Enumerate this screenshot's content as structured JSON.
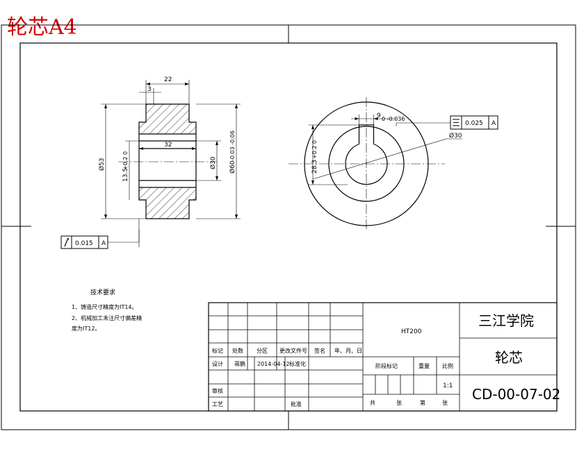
{
  "sheet_title": "轮芯A4",
  "front_view": {
    "dim_width": "22",
    "dim_shoulder": "3",
    "dim_bore_length": "32",
    "dim_outer_dia": "Ø53",
    "dim_bore_dia": "Ø30",
    "dim_fit_dia": "Ø60",
    "dim_fit_tol": "-0.03 -0.06",
    "dim_keyway_depth": "13.5",
    "dim_keyway_depth_tol": "+0.2 0"
  },
  "side_view": {
    "dim_keyway_width": "9",
    "dim_keyway_width_tol": "0 -0.036",
    "dim_keyway_height": "28.3",
    "dim_keyway_height_tol": "+0.2 0",
    "dim_bore_dia": "Ø30"
  },
  "tolerance_flatness": {
    "value": "0.025",
    "datum": "A"
  },
  "tolerance_runout": {
    "value": "0.015",
    "datum": "A"
  },
  "notes": {
    "heading": "技术要求",
    "lines": [
      "1、铸造尺寸精度为IT14。",
      "2、机械加工未注尺寸偏差精",
      "度为IT12。"
    ]
  },
  "title_block": {
    "material": "HT200",
    "school": "三江学院",
    "part_name": "轮芯",
    "drawing_no": "CD-00-07-02",
    "scale": "1:1",
    "row_labels": [
      "标记",
      "处数",
      "分区",
      "更改文件号",
      "签名",
      "年、月、日"
    ],
    "design": "设计",
    "designer": "蒋鹏",
    "date": "2014-04-12",
    "standardization": "标准化",
    "review": "审核",
    "process": "工艺",
    "approve": "批准",
    "stage_mark": "阶段标记",
    "weight": "重量",
    "ratio": "比例",
    "total": "共",
    "sheets": "张",
    "sheet_no": "第",
    "sheets2": "张"
  }
}
